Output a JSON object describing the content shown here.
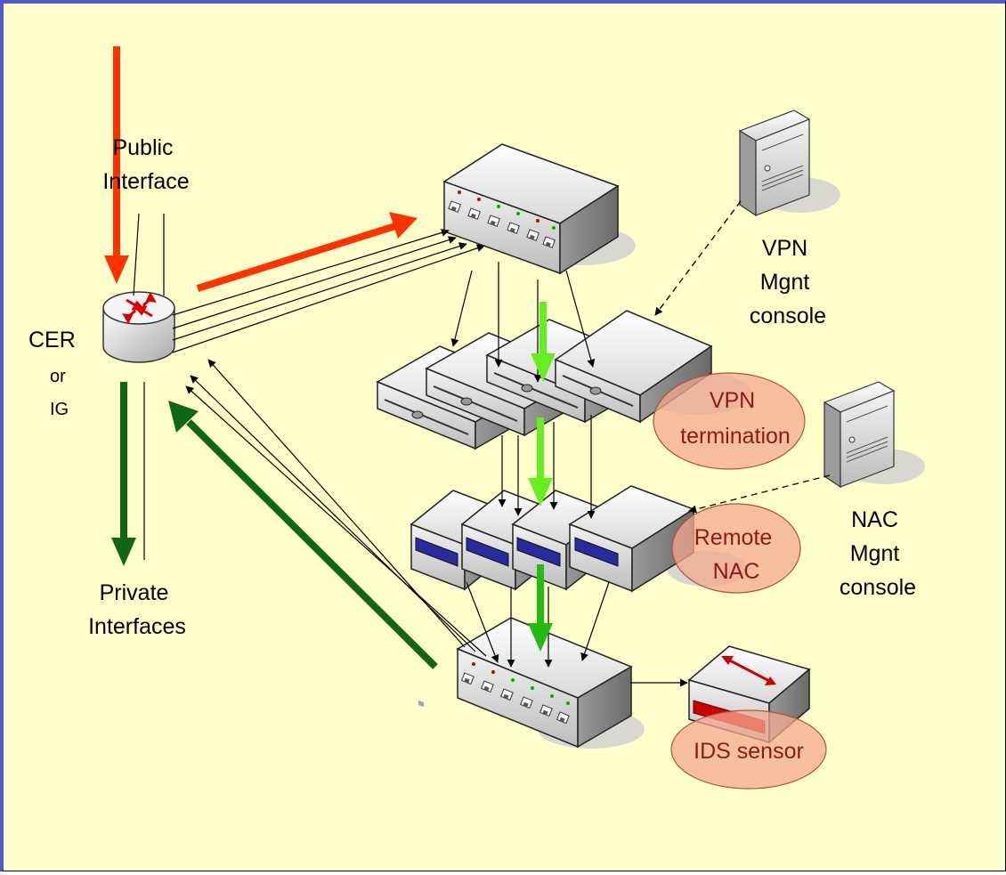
{
  "labels": {
    "public_interface": [
      "Public",
      "Interface"
    ],
    "cer": "CER",
    "or": "or",
    "ig": "IG",
    "private_interfaces": [
      "Private",
      "Interfaces"
    ],
    "vpn_mgnt_console": [
      "VPN",
      "Mgnt",
      "console"
    ],
    "vpn_termination": [
      "VPN",
      "termination"
    ],
    "nac_mgnt_console": [
      "NAC",
      "Mgnt",
      "console"
    ],
    "remote_nac": [
      "Remote",
      "NAC"
    ],
    "ids_sensor": "IDS sensor"
  },
  "colors": {
    "background": "#ffffcc",
    "frame": "#5555cc",
    "red_flow": "#ff3300",
    "dark_green_flow": "#116611",
    "light_green_flow": "#66ee22",
    "callout_fill": "#f4a98f",
    "callout_text": "#8b1a1a"
  },
  "icons": {
    "router": "router-icon",
    "switch": "switch-icon",
    "vpn_device": "vpn-concentrator-icon",
    "nac_device": "nac-appliance-icon",
    "server": "server-tower-icon",
    "ids": "ids-sensor-icon"
  }
}
